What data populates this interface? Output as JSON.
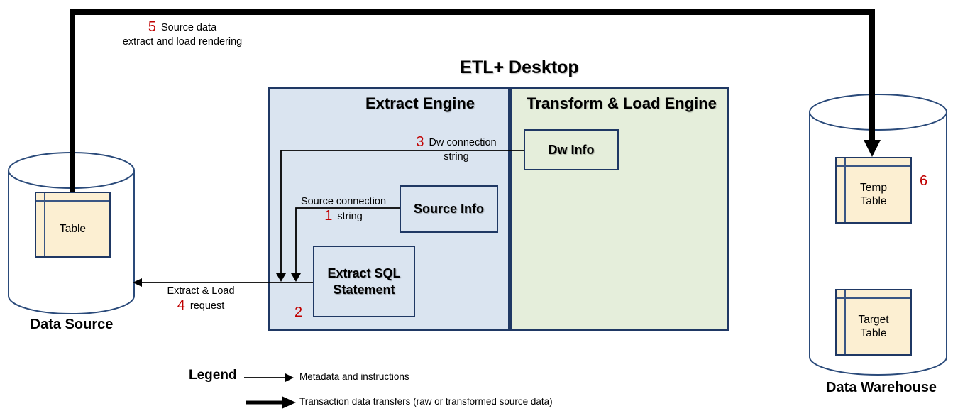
{
  "title": "ETL+ Desktop",
  "engines": {
    "extract": "Extract Engine",
    "transform": "Transform & Load Engine"
  },
  "components": {
    "dw_info": "Dw Info",
    "source_info": "Source Info",
    "extract_sql": "Extract SQL Statement"
  },
  "data_source": {
    "label": "Data Source",
    "table": "Table"
  },
  "data_warehouse": {
    "label": "Data Warehouse",
    "temp_table": "Temp Table",
    "target_table": "Target Table"
  },
  "annotations": {
    "n1": {
      "num": "1",
      "line1": "Source connection",
      "line2": "string"
    },
    "n2": {
      "num": "2"
    },
    "n3": {
      "num": "3",
      "line1": "Dw connection",
      "line2": "string"
    },
    "n4": {
      "num": "4",
      "line1": "Extract & Load",
      "line2": "request"
    },
    "n5": {
      "num": "5",
      "line1": "Source data",
      "line2": "extract and load rendering"
    },
    "n6": {
      "num": "6"
    }
  },
  "legend": {
    "title": "Legend",
    "thin_arrow": "Metadata and instructions",
    "thick_arrow": "Transaction data transfers (raw or transformed  source data)"
  },
  "colors": {
    "navy": "#1f3864",
    "blue-fill": "#dae4f0",
    "green-fill": "#e5eedb",
    "cream-fill": "#fcefd2",
    "red": "#c00000"
  }
}
